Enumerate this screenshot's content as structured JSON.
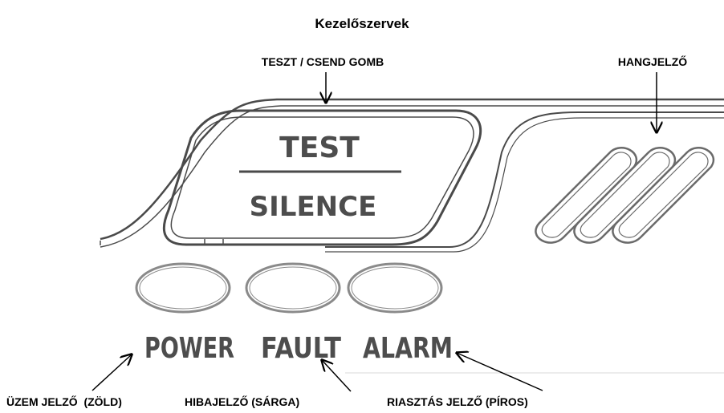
{
  "title": "Kezelőszervek",
  "device": {
    "test_label": "TEST",
    "silence_label": "SILENCE",
    "indicators": [
      {
        "label": "POWER"
      },
      {
        "label": "FAULT"
      },
      {
        "label": "ALARM"
      }
    ]
  },
  "callouts": {
    "test_silence_button": "TESZT / CSEND GOMB",
    "buzzer": "HANGJELZŐ",
    "power_indicator": "ÜZEM JELZŐ  (ZÖLD)",
    "fault_indicator": "HIBAJELZŐ (SÁRGA)",
    "alarm_indicator": "RIASZTÁS JELZŐ (PÍROS)"
  },
  "colors": {
    "outline": "#4a4a4a",
    "indicator_ring": "#8a8a8a",
    "device_text": "#4d4d4d",
    "callout_text": "#000000"
  }
}
